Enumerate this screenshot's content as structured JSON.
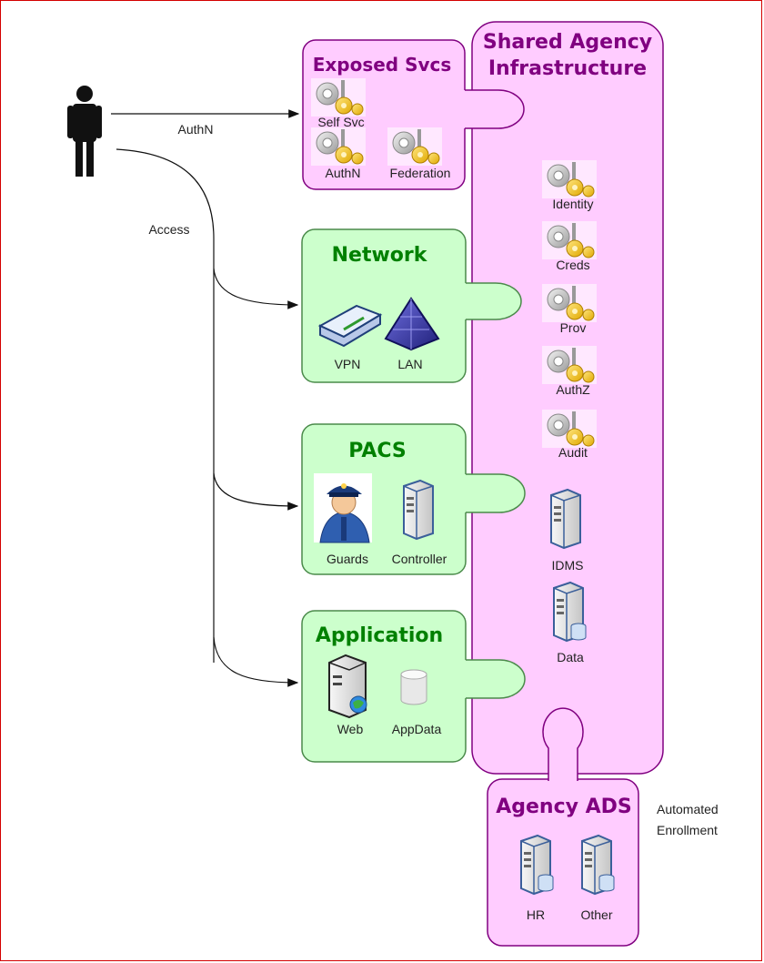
{
  "actor": {
    "authn_edge_label": "AuthN",
    "access_edge_label": "Access"
  },
  "shared_infra": {
    "title_line1": "Shared Agency",
    "title_line2": "Infrastructure",
    "services": [
      "Identity",
      "Creds",
      "Prov",
      "AuthZ",
      "Audit"
    ],
    "servers": [
      "IDMS",
      "Data"
    ]
  },
  "exposed_svcs": {
    "title": "Exposed Svcs",
    "items": [
      "Self Svc",
      "AuthN",
      "Federation"
    ]
  },
  "network": {
    "title": "Network",
    "items": [
      "VPN",
      "LAN"
    ]
  },
  "pacs": {
    "title": "PACS",
    "items": [
      "Guards",
      "Controller"
    ]
  },
  "application": {
    "title": "Application",
    "items": [
      "Web",
      "AppData"
    ]
  },
  "agency_ads": {
    "title": "Agency ADS",
    "side_note_line1": "Automated",
    "side_note_line2": "Enrollment",
    "items": [
      "HR",
      "Other"
    ]
  },
  "colors": {
    "pink_fill": "#ffccff",
    "purple_stroke": "#800080",
    "green_fill": "#ccffcc",
    "green_stroke": "#4a8a4a",
    "title_purple": "#800080",
    "title_green": "#008000",
    "frame_red": "#d40000"
  },
  "icons": {
    "actor": "person-silhouette-icon",
    "service": "gears-service-icon",
    "server": "server-tower-icon",
    "vpn": "vpn-device-icon",
    "lan": "pyramid-network-icon",
    "guard": "security-guard-icon",
    "web": "web-server-globe-icon",
    "database": "database-cylinder-icon"
  }
}
